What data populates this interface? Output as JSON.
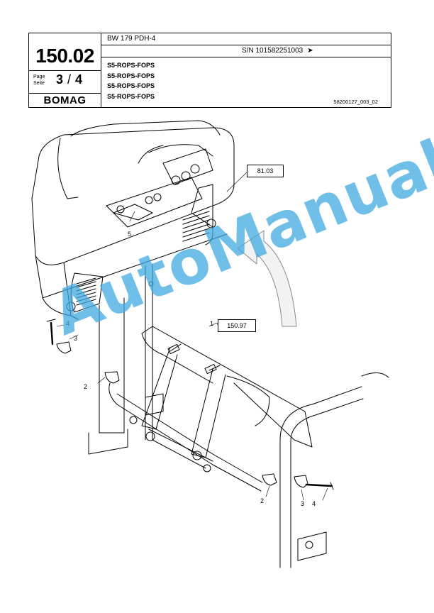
{
  "header": {
    "model": "BW 179 PDH-4",
    "serial": "S/N 101582251003",
    "serial_arrow": "➤",
    "sheet_number": "150.02",
    "page_label_en": "Page",
    "page_label_de": "Seite",
    "page_current": "3",
    "page_separator": "/",
    "page_total": "4",
    "brand": "BOMAG",
    "titles": [
      "S5-ROPS-FOPS",
      "S5-ROPS-FOPS",
      "S5-ROPS-FOPS",
      "S5-ROPS-FOPS"
    ],
    "drawing_id": "58200127_003_02"
  },
  "drawing": {
    "ref_boxes": [
      "81.03",
      "150.97"
    ],
    "item_labels": {
      "one": "1",
      "two_left": "2",
      "three_left": "3",
      "four_left": "4",
      "five": "5",
      "two_right": "2",
      "three_right": "3",
      "four_right": "4"
    }
  },
  "watermark": "AutoManual",
  "colors": {
    "watermark": "#40aae1",
    "line": "#000000"
  }
}
